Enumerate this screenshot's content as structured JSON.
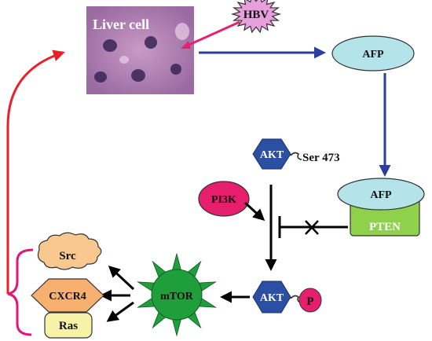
{
  "nodes": {
    "liver_cell": "Liver cell",
    "hbv": "HBV",
    "afp_top": "AFP",
    "akt_top": "AKT",
    "ser473": "Ser 473",
    "pi3k": "PI3K",
    "afp_complex": "AFP",
    "pten": "PTEN",
    "akt_bottom": "AKT",
    "p": "P",
    "mtor": "mTOR",
    "src": "Src",
    "cxcr4": "CXCR4",
    "ras": "Ras"
  },
  "colors": {
    "blue_arrow": "#2b3f9f",
    "red_arrow": "#e8202a",
    "pink_arrow": "#e6226e",
    "hexagon_blue": "#2b4fa3",
    "afp_ellipse": "#b4e3ea",
    "pten_green": "#8fd14a",
    "pi3k_pink": "#e61e6e",
    "mtor_green": "#1f9e3c",
    "src_orange": "#f8c890",
    "cxcr4_orange": "#f8b070",
    "ras_yellow": "#f8f2a8",
    "hbv_pink": "#e8a0dc",
    "bracket_magenta": "#e0167a"
  }
}
